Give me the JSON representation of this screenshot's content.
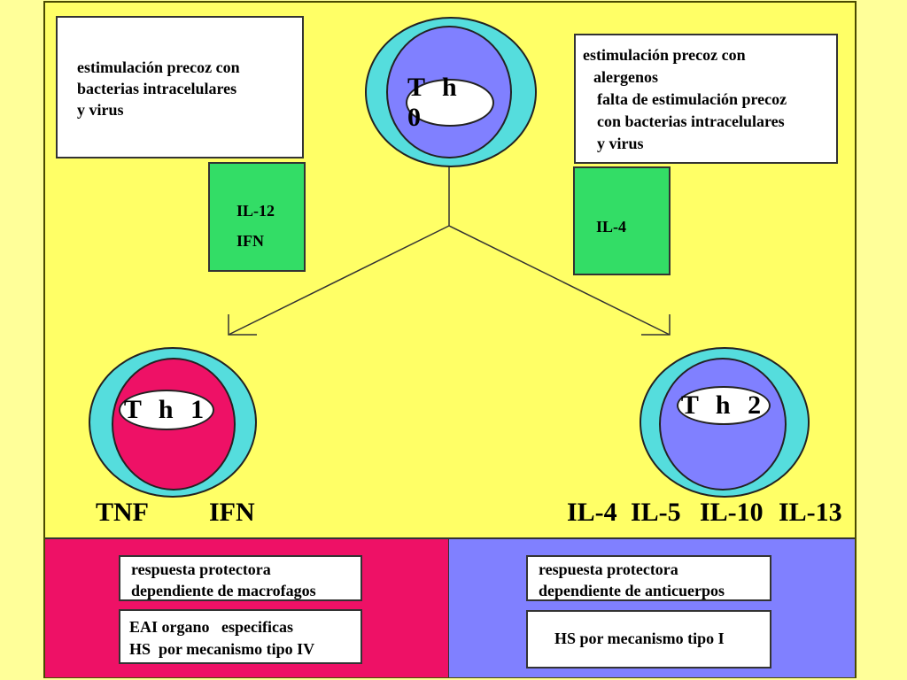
{
  "colors": {
    "outer_bg": "#ffff99",
    "slide_bg": "#ffff66",
    "cyan": "#55dddd",
    "th0_core": "#8080ff",
    "th1_core": "#ee1166",
    "th2_core": "#8080ff",
    "green": "#33dd66",
    "panel_left": "#ee1166",
    "panel_right": "#8080ff"
  },
  "cells": {
    "th0": "T h 0",
    "th1": "T h 1",
    "th2": "T h 2"
  },
  "boxes": {
    "left_stim": [
      "estimulación precoz con",
      "bacterias intracelulares",
      "y virus"
    ],
    "right_stim": [
      "estimulación precoz con",
      "alergenos",
      "falta de estimulación precoz",
      "con  bacterias intracelulares",
      "y virus"
    ],
    "left_cytokines": [
      "IL-12",
      "IFN"
    ],
    "right_cytokines": [
      "IL-4"
    ]
  },
  "outputs": {
    "th1": [
      "TNF",
      "IFN"
    ],
    "th2": [
      "IL-4",
      "IL-5",
      "IL-10",
      "IL-13"
    ]
  },
  "panels": {
    "left": {
      "box1": [
        "respuesta protectora",
        "dependiente de macrofagos"
      ],
      "box2": [
        "EAI organo   especificas",
        "HS  por mecanismo tipo IV"
      ]
    },
    "right": {
      "box1": [
        "respuesta protectora",
        "dependiente de anticuerpos"
      ],
      "box2": [
        "HS por mecanismo tipo I"
      ]
    }
  }
}
